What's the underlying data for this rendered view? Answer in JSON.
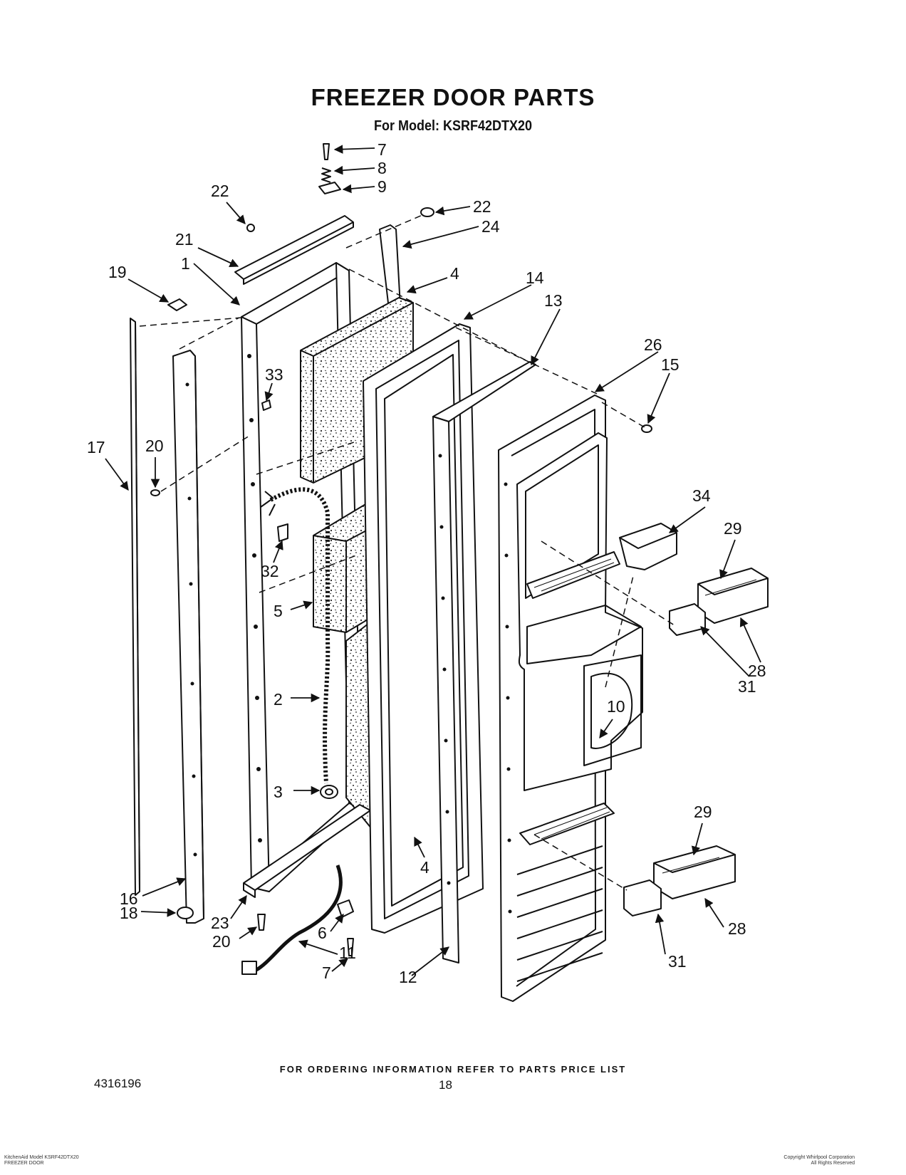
{
  "header": {
    "title": "FREEZER DOOR PARTS",
    "subtitle": "For Model: KSRF42DTX20"
  },
  "callouts": {
    "c7a": "7",
    "c8": "8",
    "c9": "9",
    "c22a": "22",
    "c22b": "22",
    "c24": "24",
    "c21": "21",
    "c1": "1",
    "c19": "19",
    "c4a": "4",
    "c14": "14",
    "c13": "13",
    "c26": "26",
    "c15": "15",
    "c33": "33",
    "c17": "17",
    "c20a": "20",
    "c34": "34",
    "c29a": "29",
    "c32": "32",
    "c5": "5",
    "c28a": "28",
    "c31a": "31",
    "c2": "2",
    "c10": "10",
    "c3": "3",
    "c4b": "4",
    "c29b": "29",
    "c16": "16",
    "c18": "18",
    "c23": "23",
    "c20b": "20",
    "c6": "6",
    "c11": "11",
    "c7b": "7",
    "c12": "12",
    "c31b": "31",
    "c28b": "28"
  },
  "footer": {
    "ordering_note": "FOR ORDERING INFORMATION REFER TO PARTS PRICE LIST",
    "doc_number": "4316196",
    "page_number": "18"
  },
  "fine_print": {
    "left_line1": "KitchenAid Model KSRF42DTX20",
    "left_line2": "FREEZER DOOR",
    "right_line1": "Copyright Whirlpool Corporation",
    "right_line2": "All Rights Reserved"
  }
}
